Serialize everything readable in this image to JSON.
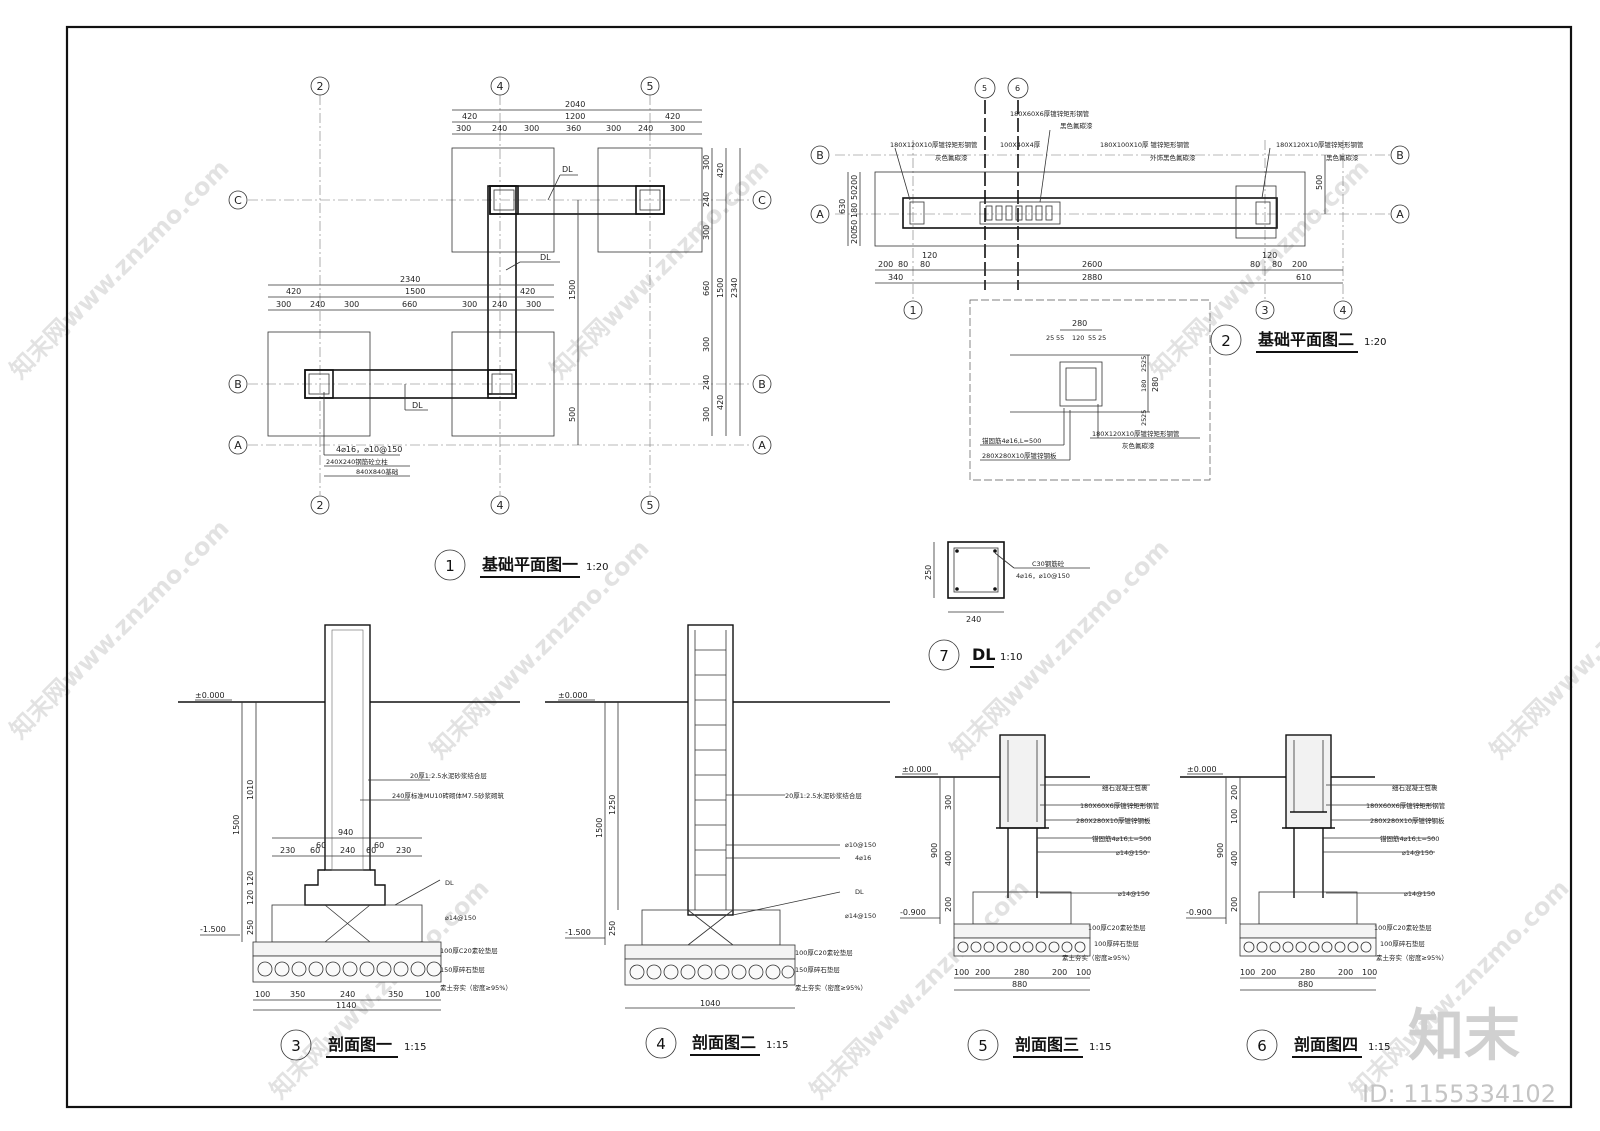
{
  "drawings": {
    "plan1": {
      "num": "1",
      "title": "基础平面图一",
      "scale": "1:20"
    },
    "plan2": {
      "num": "2",
      "title": "基础平面图二",
      "scale": "1:20"
    },
    "sec1": {
      "num": "3",
      "title": "剖面图一",
      "scale": "1:15"
    },
    "sec2": {
      "num": "4",
      "title": "剖面图二",
      "scale": "1:15"
    },
    "sec3": {
      "num": "5",
      "title": "剖面图三",
      "scale": "1:15"
    },
    "sec4": {
      "num": "6",
      "title": "剖面图四",
      "scale": "1:15"
    },
    "dl": {
      "num": "7",
      "title": "DL",
      "scale": "1:10"
    }
  },
  "plan1": {
    "axes_x": [
      "2",
      "4",
      "5"
    ],
    "axes_y": [
      "C",
      "B",
      "A"
    ],
    "top_dims": {
      "overall": "2040",
      "row2": [
        "420",
        "1200",
        "420"
      ],
      "row3": [
        "300",
        "240",
        "300",
        "360",
        "300",
        "240",
        "300"
      ]
    },
    "mid_dims": {
      "overall": "2340",
      "row2": [
        "420",
        "1500",
        "420"
      ],
      "row3": [
        "300",
        "240",
        "300",
        "660",
        "300",
        "240",
        "300"
      ]
    },
    "right_dims": {
      "col1": [
        "300",
        "240",
        "300",
        "660",
        "300",
        "240",
        "300"
      ],
      "col2": [
        "420",
        "1500",
        "420"
      ],
      "overall": "2340"
    },
    "inner_dims": [
      "1500",
      "500"
    ],
    "dl_labels": [
      "DL",
      "DL",
      "DL"
    ],
    "note_lines": [
      "4⌀16，⌀10@150",
      "240X240钢筋砼立柱",
      "840X840基础"
    ]
  },
  "plan2": {
    "axes_x": [
      "1",
      "3",
      "4"
    ],
    "axes_y": [
      "B",
      "A"
    ],
    "sections": [
      "5",
      "6"
    ],
    "labels": [
      "180X60X6厚镀锌矩形钢管",
      "黑色氟碳漆",
      "180X120X10厚镀锌矩形钢管",
      "灰色氟碳漆",
      "100X40X4厚",
      "180X100X10厚 镀锌矩形钢管",
      "外饰黑色氟碳漆",
      "180X120X10厚镀锌矩形钢管",
      "黑色氟碳漆"
    ],
    "left_dims": [
      "630",
      "200",
      "50",
      "180",
      "50",
      "200"
    ],
    "right_dim": "500",
    "bottom_row1": [
      "200",
      "80",
      "80",
      "2600",
      "80",
      "80",
      "200"
    ],
    "bottom_row2": [
      "340",
      "2880",
      "610"
    ],
    "inner_120": [
      "120",
      "120"
    ],
    "detail": {
      "top": [
        "280",
        "25",
        "55",
        "120",
        "55",
        "25"
      ],
      "side": [
        "25",
        "25",
        "180",
        "25",
        "25",
        "280"
      ],
      "notes": [
        "锚固筋4⌀16,L=500",
        "280X280X10厚镀锌钢板",
        "180X120X10厚镀锌矩形钢管",
        "灰色氟碳漆"
      ]
    }
  },
  "dl_detail": {
    "w": "240",
    "h": "250",
    "notes": [
      "C30钢筋砼",
      "4⌀16，⌀10@150"
    ]
  },
  "sec1": {
    "level0": "±0.000",
    "level1": "-1.500",
    "vdims": [
      "1500",
      "1010",
      "120",
      "120",
      "250"
    ],
    "top_w": "940",
    "steps": [
      "60",
      "60"
    ],
    "row": [
      "230",
      "60",
      "240",
      "60",
      "230"
    ],
    "bottom": [
      "100",
      "350",
      "240",
      "350",
      "100"
    ],
    "overall": "1140",
    "notes": [
      "20厚1:2.5水泥砂浆结合层",
      "240厚标准MU10砖砌体M7.5砂浆砌筑",
      "DL",
      "⌀14@150",
      "100厚C20素砼垫层",
      "150厚碎石垫层",
      "素土夯实（密度≥95%）"
    ]
  },
  "sec2": {
    "level0": "±0.000",
    "level1": "-1.500",
    "vdims": [
      "1500",
      "1250",
      "250"
    ],
    "overall": "1040",
    "notes": [
      "20厚1:2.5水泥砂浆结合层",
      "⌀10@150",
      "4⌀16",
      "DL",
      "⌀14@150",
      "100厚C20素砼垫层",
      "150厚碎石垫层",
      "素土夯实（密度≥95%）"
    ]
  },
  "sec3": {
    "level0": "±0.000",
    "level1": "-0.900",
    "vdims": [
      "900",
      "300",
      "400",
      "200"
    ],
    "bottom": [
      "100",
      "200",
      "280",
      "200",
      "100"
    ],
    "overall": "880",
    "notes": [
      "细石混凝土包裹",
      "180X60X6厚镀锌矩形钢管",
      "280X280X10厚镀锌钢板",
      "锚固筋4⌀16,L=500",
      "⌀14@150",
      "⌀14@150",
      "100厚C20素砼垫层",
      "100厚碎石垫层",
      "素土夯实（密度≥95%）"
    ]
  },
  "sec4": {
    "level0": "±0.000",
    "level1": "-0.900",
    "vdims": [
      "900",
      "200",
      "100",
      "400",
      "200"
    ],
    "bottom": [
      "100",
      "200",
      "280",
      "200",
      "100"
    ],
    "overall": "880",
    "notes": [
      "细石混凝土包裹",
      "180X60X6厚镀锌矩形钢管",
      "280X280X10厚镀锌钢板",
      "锚固筋4⌀16,L=500",
      "⌀14@150",
      "⌀14@150",
      "100厚C20素砼垫层",
      "100厚碎石垫层",
      "素土夯实（密度≥95%）"
    ]
  },
  "brand": {
    "logo": "知末",
    "id": "ID: 1155334102"
  },
  "watermark": "知末网www.znzmo.com"
}
